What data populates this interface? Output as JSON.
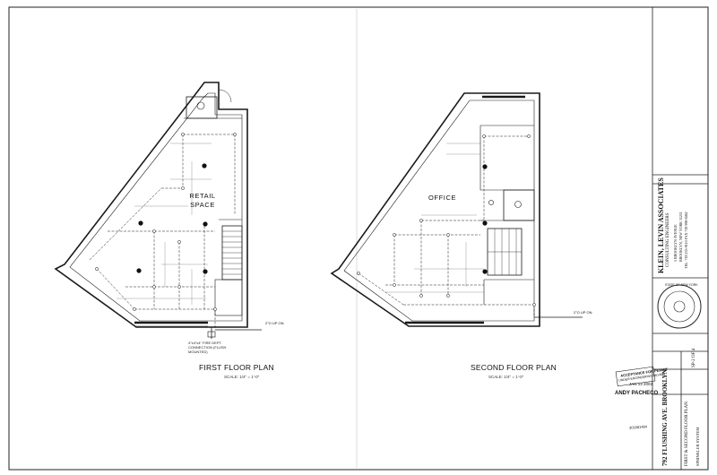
{
  "plans": {
    "first": {
      "title": "FIRST FLOOR PLAN",
      "scale": "SCALE: 1/4\" = 1'-0\"",
      "room": "RETAIL SPACE",
      "note": "4\"x4\"x4\" FIRE DEPT. CONNECTION (FLUSH MOUNTED)",
      "up_label": "2\"O UP ON"
    },
    "second": {
      "title": "SECOND FLOOR PLAN",
      "scale": "SCALE: 1/4\" = 1'-0\"",
      "room": "OFFICE",
      "up_label": "2\"O UP ON"
    }
  },
  "title_block": {
    "firm_name": "KLEIN, LEVIN ASSOCIATES",
    "firm_sub": "CONSULTING ENGINEERS",
    "firm_addr1": "5 BROOKLYN AVENUE",
    "firm_addr2": "BROOKLYN, NEW YORK 11211",
    "firm_tel": "TEL: 718 235-9110    FAX 718 998-8462",
    "project": "792 FLUSHING AVE. BROOKLYN",
    "drawing_title": "FIRST & SECOND FLOOR PLAN",
    "system": "SPRINKLER SYSTEM",
    "sheet_no": "SP-2 OF 4",
    "seal_text": "STATE OF NEW YORK"
  },
  "stamps": {
    "approval": "ACCEPTANCE FOR PERMIT",
    "approval_sub": "UNDER ENGINEERING REVIEW",
    "date": "JAN 13 2003",
    "name": "ANDY PACHECO",
    "job_no": "301681484"
  },
  "colors": {
    "line": "#1a1a1a",
    "paper": "#ffffff",
    "light": "#8a8a8a"
  }
}
